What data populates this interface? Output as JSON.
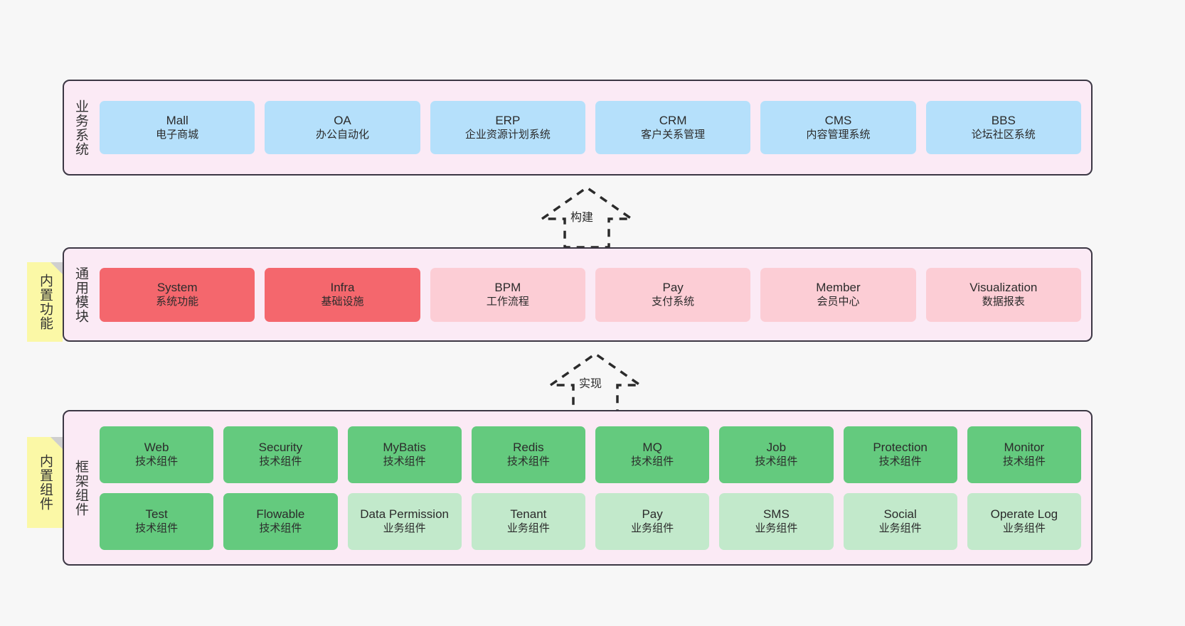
{
  "diagram": {
    "title_text": "",
    "background": "#f7f7f7",
    "colors": {
      "layer_bg": "#fbeaf5",
      "layer_border": "#3c3744",
      "business_cell": "#b5e0fb",
      "core_module": "#f4676d",
      "secondary_module": "#fccdd5",
      "tech_component": "#64ca7e",
      "biz_component": "#c2e9cb",
      "sticky": "#fbf8a6",
      "sticky_fold": "#cfcfcf"
    }
  },
  "layers": [
    {
      "id": "business-system",
      "title": "业务系统",
      "rows": [
        {
          "cells": [
            {
              "t1": "Mall",
              "t2": "电子商城",
              "color": "c-blue"
            },
            {
              "t1": "OA",
              "t2": "办公自动化",
              "color": "c-blue"
            },
            {
              "t1": "ERP",
              "t2": "企业资源计划系统",
              "color": "c-blue"
            },
            {
              "t1": "CRM",
              "t2": "客户关系管理",
              "color": "c-blue"
            },
            {
              "t1": "CMS",
              "t2": "内容管理系统",
              "color": "c-blue"
            },
            {
              "t1": "BBS",
              "t2": "论坛社区系统",
              "color": "c-blue"
            }
          ]
        }
      ]
    },
    {
      "id": "common-module",
      "title": "通用模块",
      "sticky": "内置功能",
      "rows": [
        {
          "cells": [
            {
              "t1": "System",
              "t2": "系统功能",
              "color": "c-red"
            },
            {
              "t1": "Infra",
              "t2": "基础设施",
              "color": "c-red"
            },
            {
              "t1": "BPM",
              "t2": "工作流程",
              "color": "c-pink"
            },
            {
              "t1": "Pay",
              "t2": "支付系统",
              "color": "c-pink"
            },
            {
              "t1": "Member",
              "t2": "会员中心",
              "color": "c-pink"
            },
            {
              "t1": "Visualization",
              "t2": "数据报表",
              "color": "c-pink"
            }
          ]
        }
      ]
    },
    {
      "id": "framework-component",
      "title": "框架组件",
      "sticky": "内置组件",
      "rows": [
        {
          "cells": [
            {
              "t1": "Web",
              "t2": "技术组件",
              "color": "c-green"
            },
            {
              "t1": "Security",
              "t2": "技术组件",
              "color": "c-green"
            },
            {
              "t1": "MyBatis",
              "t2": "技术组件",
              "color": "c-green"
            },
            {
              "t1": "Redis",
              "t2": "技术组件",
              "color": "c-green"
            },
            {
              "t1": "MQ",
              "t2": "技术组件",
              "color": "c-green"
            },
            {
              "t1": "Job",
              "t2": "技术组件",
              "color": "c-green"
            },
            {
              "t1": "Protection",
              "t2": "技术组件",
              "color": "c-green"
            },
            {
              "t1": "Monitor",
              "t2": "技术组件",
              "color": "c-green"
            }
          ]
        },
        {
          "cells": [
            {
              "t1": "Test",
              "t2": "技术组件",
              "color": "c-green"
            },
            {
              "t1": "Flowable",
              "t2": "技术组件",
              "color": "c-green"
            },
            {
              "t1": "Data Permission",
              "t2": "业务组件",
              "color": "c-lgreen"
            },
            {
              "t1": "Tenant",
              "t2": "业务组件",
              "color": "c-lgreen"
            },
            {
              "t1": "Pay",
              "t2": "业务组件",
              "color": "c-lgreen"
            },
            {
              "t1": "SMS",
              "t2": "业务组件",
              "color": "c-lgreen"
            },
            {
              "t1": "Social",
              "t2": "业务组件",
              "color": "c-lgreen"
            },
            {
              "t1": "Operate Log",
              "t2": "业务组件",
              "color": "c-lgreen"
            }
          ]
        }
      ]
    }
  ],
  "connectors": [
    {
      "id": "build",
      "label": "构建"
    },
    {
      "id": "implement",
      "label": "实现"
    }
  ]
}
